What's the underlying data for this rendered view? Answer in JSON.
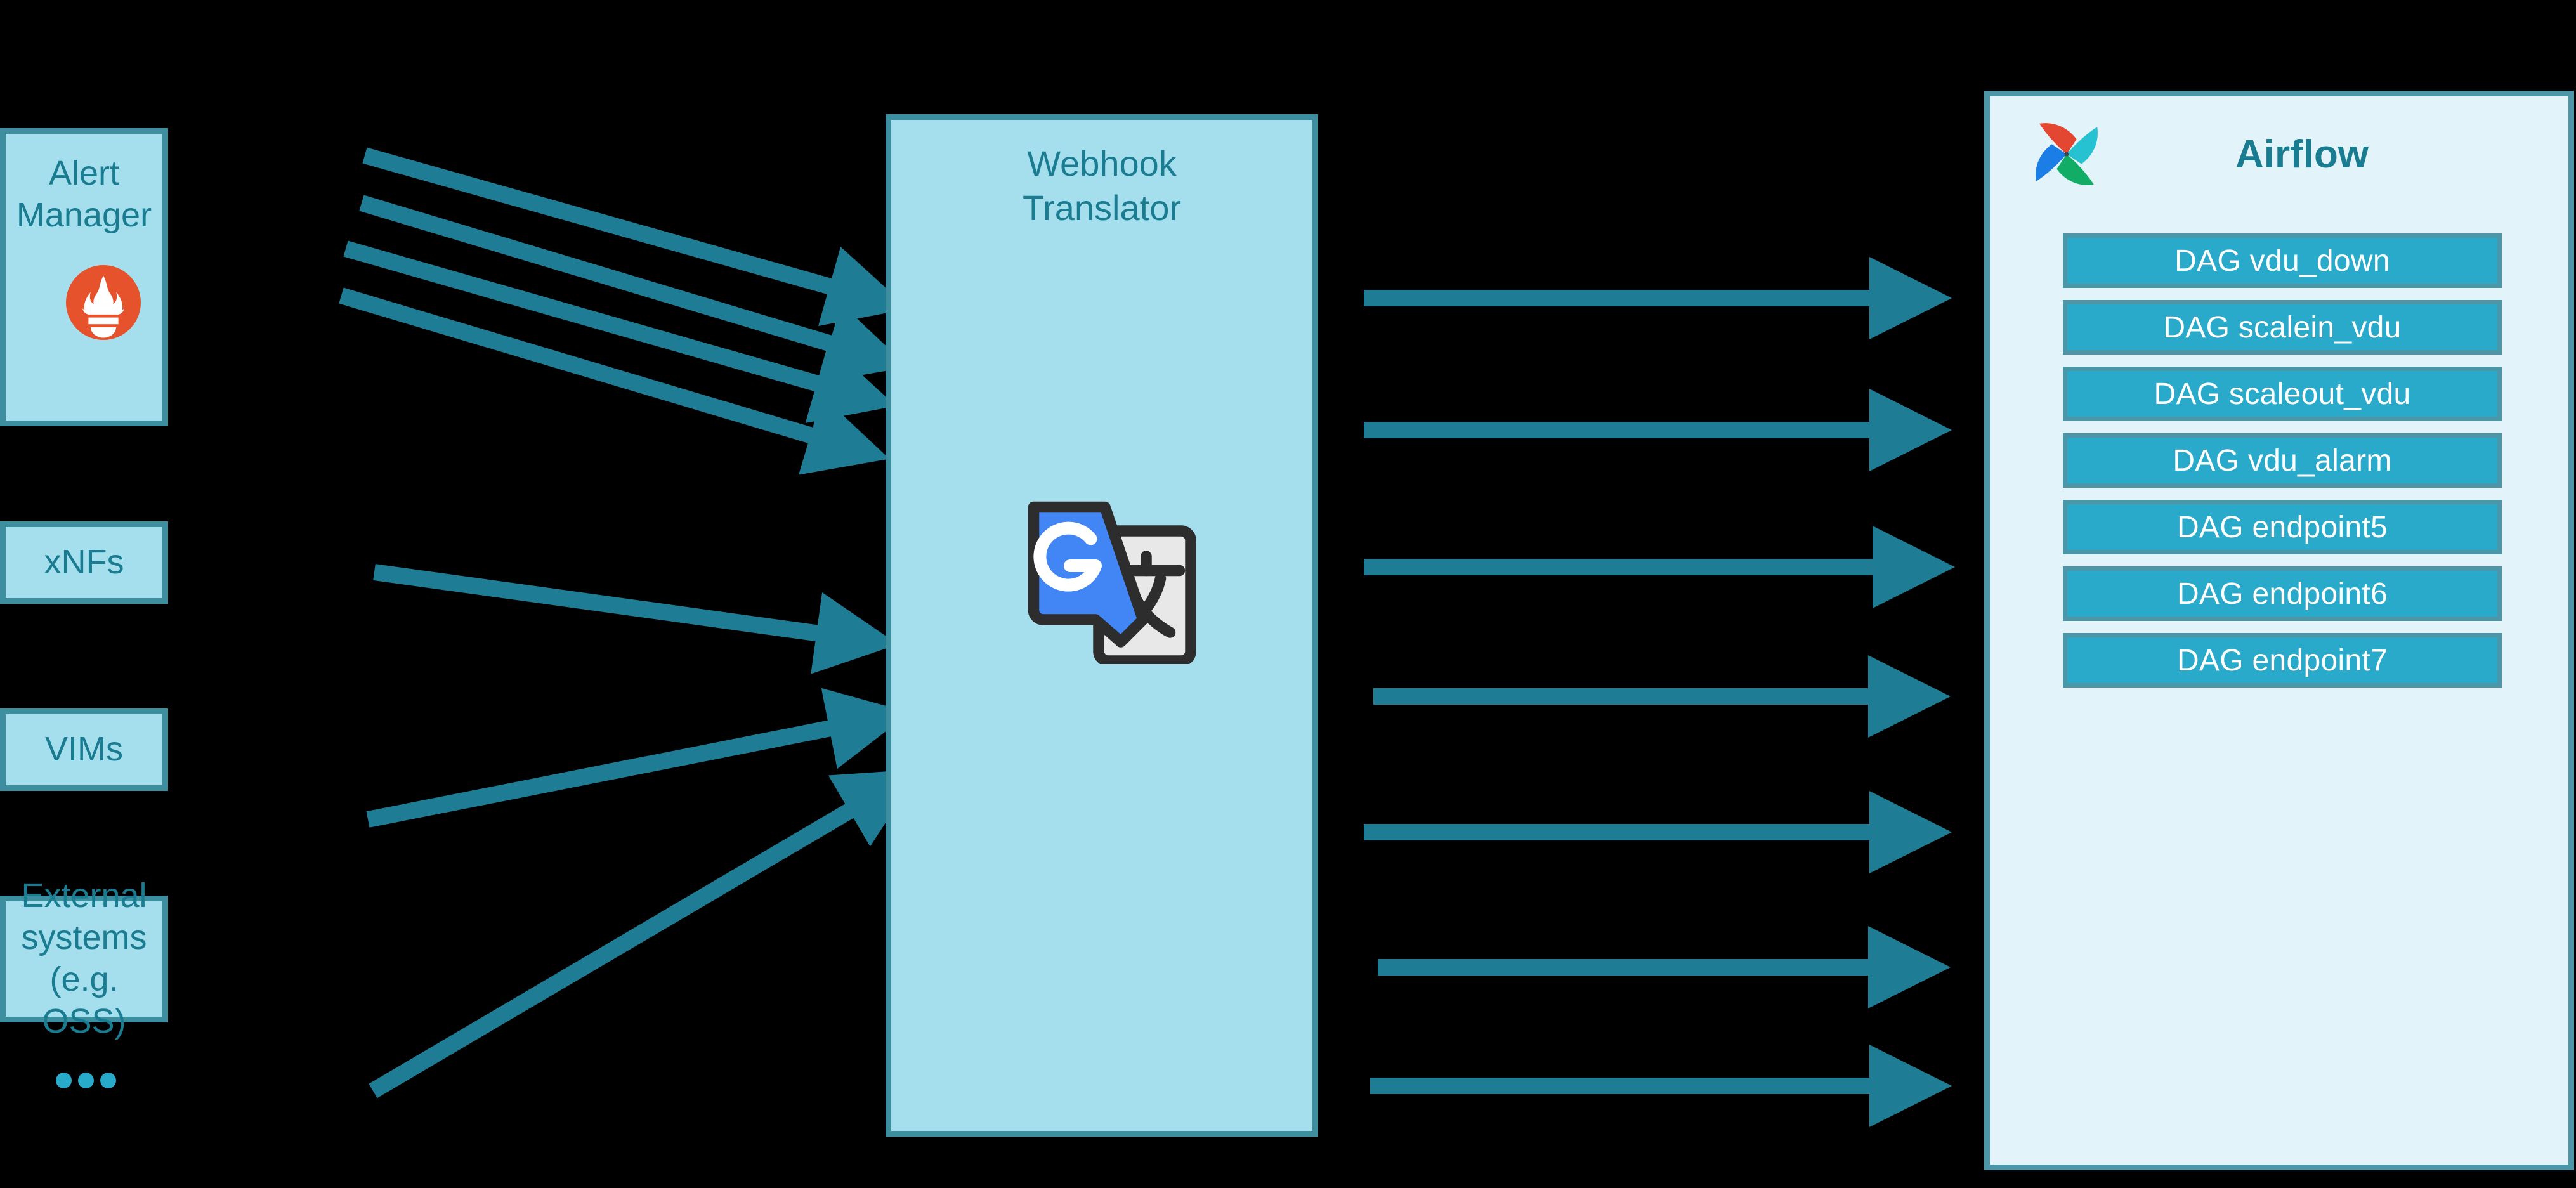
{
  "sources": [
    {
      "id": "alert-manager",
      "label": "Alert Manager",
      "icon": "prometheus-icon"
    },
    {
      "id": "xnfs",
      "label": "xNFs"
    },
    {
      "id": "vims",
      "label": "VIMs"
    },
    {
      "id": "external-systems",
      "label_line1": "External systems",
      "label_line2": "(e.g. OSS)"
    }
  ],
  "ellipsis": "...",
  "center": {
    "title_line1": "Webhook",
    "title_line2": "Translator",
    "icon": "google-translate-icon"
  },
  "airflow": {
    "title": "Airflow",
    "logo": "airflow-pinwheel-icon",
    "dags": [
      {
        "label": "DAG vdu_down"
      },
      {
        "label": "DAG scalein_vdu"
      },
      {
        "label": "DAG scaleout_vdu"
      },
      {
        "label": "DAG vdu_alarm"
      },
      {
        "label": "DAG endpoint5"
      },
      {
        "label": "DAG endpoint6"
      },
      {
        "label": "DAG endpoint7"
      }
    ]
  },
  "colors": {
    "background": "#000000",
    "box_fill": "#A5DEEC",
    "box_border": "#3D8FA0",
    "text_teal": "#1A7C91",
    "arrow": "#1E7D94",
    "panel_fill": "#E2F3F9",
    "panel_border": "#4C96A8",
    "dag_fill": "#29AACB",
    "dag_text": "#FFFFFF",
    "prometheus_orange": "#E6522C",
    "dot": "#28AACB"
  },
  "arrows": {
    "inbound_count": 7,
    "outbound_count": 7
  }
}
